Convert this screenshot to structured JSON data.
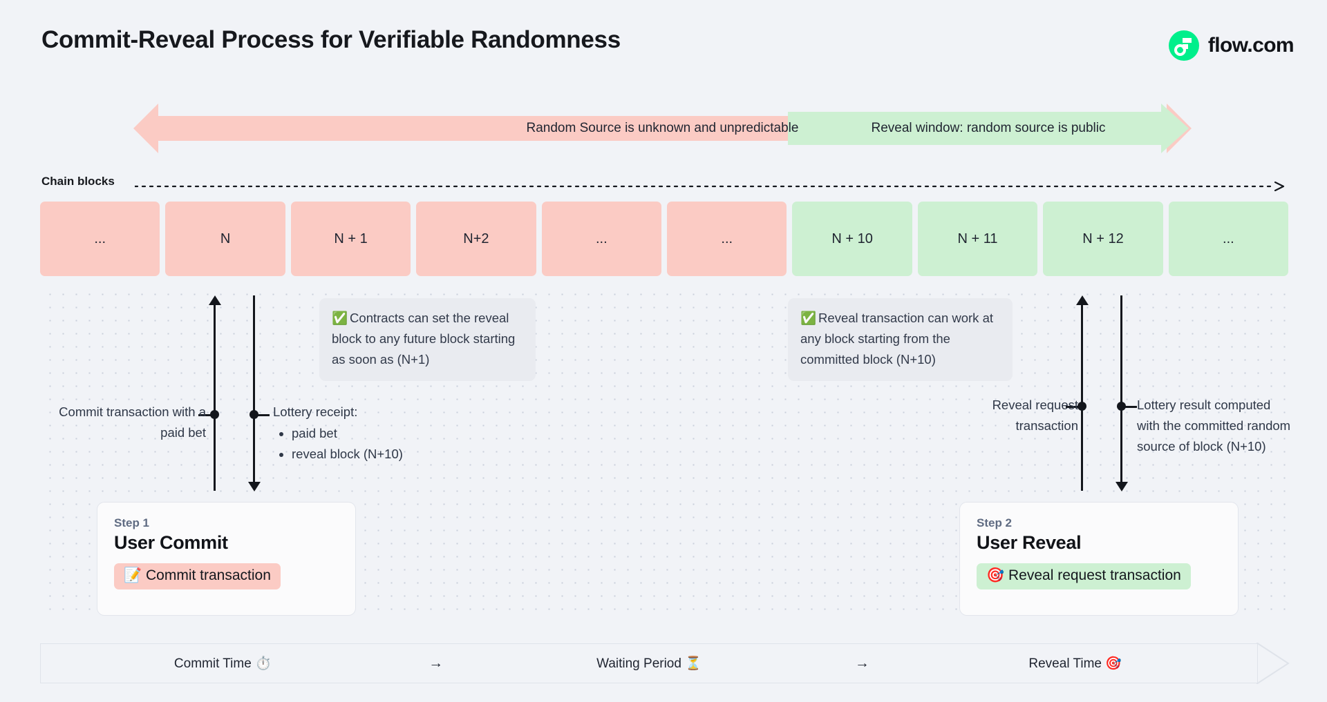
{
  "header": {
    "title": "Commit-Reveal Process for Verifiable Randomness",
    "brand_name": "flow.com",
    "brand_color": "#00ef8b"
  },
  "banners": [
    {
      "id": "unpredictable",
      "label": "Random Source is unknown and unpredictable",
      "color": "#fbcbc4",
      "direction": "double"
    },
    {
      "id": "reveal-window",
      "label": "Reveal window: random source is public",
      "color": "#cdf0d2",
      "direction": "right"
    }
  ],
  "chain": {
    "label": "Chain blocks",
    "blocks": [
      {
        "label": "...",
        "state": "pink"
      },
      {
        "label": "N",
        "state": "pink"
      },
      {
        "label": "N + 1",
        "state": "pink"
      },
      {
        "label": "N+2",
        "state": "pink"
      },
      {
        "label": "...",
        "state": "pink"
      },
      {
        "label": "...",
        "state": "pink"
      },
      {
        "label": "N + 10",
        "state": "green"
      },
      {
        "label": "N + 11",
        "state": "green"
      },
      {
        "label": "N + 12",
        "state": "green"
      },
      {
        "label": "...",
        "state": "green"
      }
    ],
    "pink_color": "#fbcbc4",
    "green_color": "#cdf0d2"
  },
  "callouts": {
    "contracts": {
      "icon": "white-check-mark",
      "text": "Contracts can set the reveal block to any future block starting as soon as (N+1)"
    },
    "reveal": {
      "icon": "white-check-mark",
      "text": "Reveal transaction can work at any block starting from the committed block (N+10)"
    }
  },
  "annotations": {
    "commit": "Commit transaction with a paid bet",
    "receipt_title": "Lottery receipt:",
    "receipt_items": [
      "paid bet",
      "reveal block (N+10)"
    ],
    "reveal_request": "Reveal request transaction",
    "lottery_result": "Lottery result computed with the committed random source of block (N+10)"
  },
  "steps": [
    {
      "eyebrow": "Step 1",
      "title": "User Commit",
      "pill_icon": "memo",
      "pill_label": "Commit transaction",
      "pill_color": "#fbcbc4"
    },
    {
      "eyebrow": "Step 2",
      "title": "User Reveal",
      "pill_icon": "direct-hit",
      "pill_label": "Reveal request transaction",
      "pill_color": "#cdf0d2"
    }
  ],
  "timeline": {
    "segments": [
      {
        "label": "Commit Time",
        "icon": "stopwatch"
      },
      {
        "label": "Waiting Period",
        "icon": "hourglass"
      },
      {
        "label": "Reveal Time",
        "icon": "direct-hit"
      }
    ],
    "arrow": "→"
  }
}
